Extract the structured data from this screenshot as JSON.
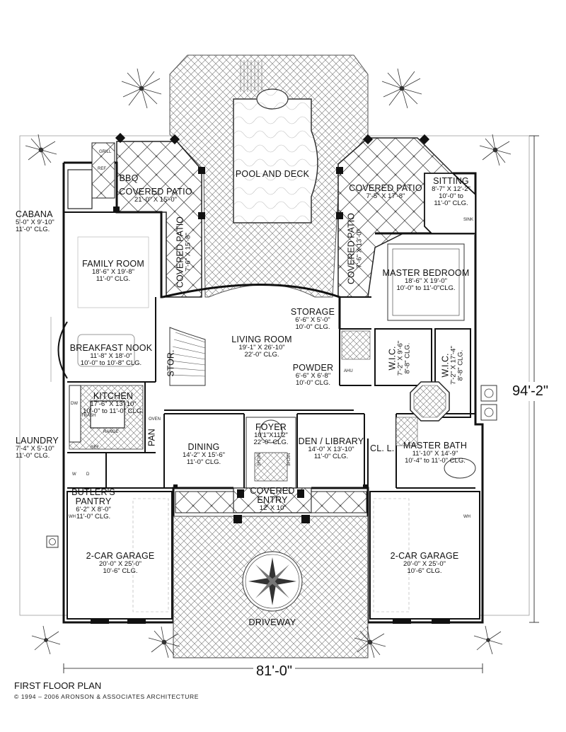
{
  "plan": {
    "title": "FIRST FLOOR PLAN",
    "copyright": "© 1994  –  2006 ARONSON & ASSOCIATES ARCHITECTURE",
    "width_dim": "81'-0\"",
    "depth_dim": "94'-2\""
  },
  "rooms": {
    "pool": {
      "name": "POOL AND DECK"
    },
    "bbq": {
      "name": "BBQ"
    },
    "patio_left": {
      "name": "COVERED PATIO",
      "dims": "21'-0\" X 15'-0\""
    },
    "patio_right": {
      "name": "COVERED PATIO",
      "dims": "7'-5\" X 17'-8\""
    },
    "patio_left_v": {
      "name": "COVERED PATIO",
      "dims": "7'-6\" X 15'-8\""
    },
    "patio_right_v": {
      "name": "COVERED PATIO",
      "dims": "7'-6\" X 13'-0\""
    },
    "sitting": {
      "name": "SITTING",
      "dims": "8'-7\" X 12'-2\"",
      "clg1": "10'-0\" to",
      "clg2": "11'-0\" CLG."
    },
    "cabana": {
      "name": "CABANA",
      "dims": "5'-0\" X 9'-10\"",
      "clg": "11'-0\" CLG."
    },
    "family": {
      "name": "FAMILY ROOM",
      "dims": "18'-6\" X 19'-8\"",
      "clg": "11'-0\" CLG."
    },
    "master_bed": {
      "name": "MASTER BEDROOM",
      "dims": "18'-6\" X 19'-0\"",
      "clg": "10'-0\" to 11'-0\"CLG."
    },
    "storage": {
      "name": "STORAGE",
      "dims": "6'-6\" X 5'-0\"",
      "clg": "10'-0\" CLG."
    },
    "living": {
      "name": "LIVING ROOM",
      "dims": "19'-1\" X 26'-10\"",
      "clg": "22'-0\" CLG."
    },
    "breakfast": {
      "name": "BREAKFAST NOOK",
      "dims": "11'-8\" X 18'-0\"",
      "clg": "10'-0\" to 10'-8\" CLG."
    },
    "stor": {
      "name": "STOR."
    },
    "powder": {
      "name": "POWDER",
      "dims": "6'-6\" X 6'-8\"",
      "clg": "10'-0\" CLG."
    },
    "wic1": {
      "name": "W.I.C.",
      "dims": "7'-2\" X 9'-6\"",
      "clg": "8'-8\" CLG."
    },
    "wic2": {
      "name": "W.I.C.",
      "dims": "7'-2\" X 17'-4\"",
      "clg": "8'-8\" CLG."
    },
    "kitchen": {
      "name": "KITCHEN",
      "dims": "17'-6\" X 13'-10\"",
      "clg": "10'-0\" to 11'-0\" CLG."
    },
    "pan": {
      "name": "PAN"
    },
    "dining": {
      "name": "DINING",
      "dims": "14'-2\" X 15'-6\"",
      "clg": "11'-0\" CLG."
    },
    "foyer": {
      "name": "FOYER",
      "dims": "10'1\"X11'2\"",
      "clg": "22'-0\" CLG."
    },
    "den": {
      "name": "DEN / LIBRARY",
      "dims": "14'-0\" X 13'-10\"",
      "clg": "11'-0\" CLG."
    },
    "cl1": {
      "name": "CL."
    },
    "cl2": {
      "name": "L."
    },
    "master_bath": {
      "name": "MASTER BATH",
      "dims": "11'-10\" X 14'-9\"",
      "clg": "10'-4\" to 11'-0\" CLG."
    },
    "laundry": {
      "name": "LAUNDRY",
      "dims": "7'-4\" X 5'-10\"",
      "clg": "11'-0\" CLG."
    },
    "butler": {
      "name": "BUTLER'S",
      "name2": "PANTRY",
      "dims": "6'-2\" X 8'-0\"",
      "clg": "11'-0\" CLG."
    },
    "entry": {
      "name": "COVERED",
      "name2": "ENTRY",
      "dims": "12' X 10'"
    },
    "garage_left": {
      "name": "2-CAR GARAGE",
      "dims": "20'-0\" X 25'-0\"",
      "clg": "10'-6\" CLG."
    },
    "garage_right": {
      "name": "2-CAR GARAGE",
      "dims": "20'-0\" X 25'-0\"",
      "clg": "10'-6\" CLG."
    },
    "driveway": {
      "name": "DRIVEWAY"
    }
  },
  "fixtures": {
    "grill": "GRILL",
    "ref": "REF",
    "range": "RANGE",
    "sink": "SINK",
    "dw": "DW",
    "wh": "WH",
    "w": "W",
    "d": "D",
    "ahu": "AHU",
    "niche": "NICHE",
    "oven": "OVEN",
    "trash": "TRASH"
  }
}
